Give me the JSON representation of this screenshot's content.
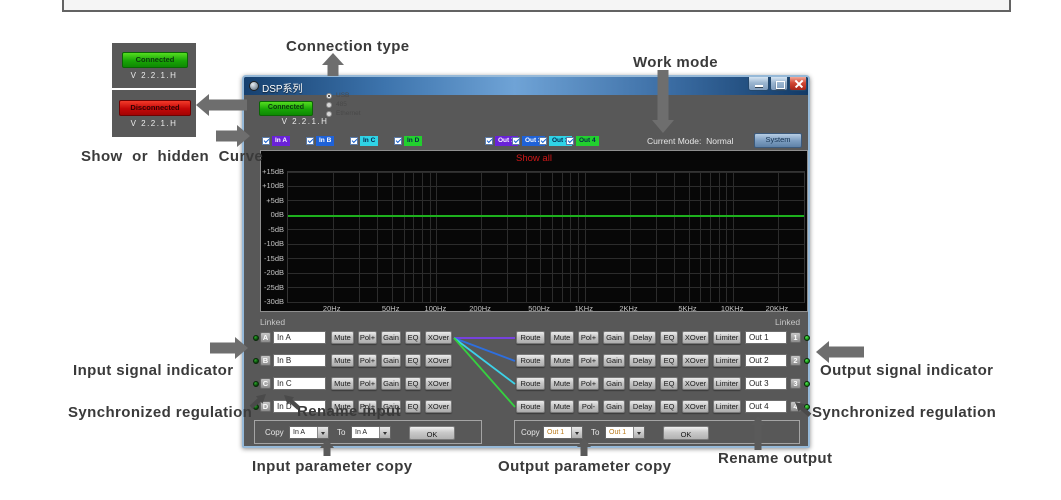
{
  "legend": {
    "connected": {
      "label": "Connected",
      "version": "V 2.2.1.H"
    },
    "disconnected": {
      "label": "Disconnected",
      "version": "V 2.2.1.H"
    }
  },
  "annotations": {
    "connection_type": "Connection type",
    "work_mode": "Work mode",
    "show_hidden_curve": "Show or hidden Curve",
    "input_signal": "Input signal indicator",
    "sync_left": "Synchronized regulation",
    "rename_input": "Rename input",
    "input_copy": "Input parameter copy",
    "output_copy": "Output parameter copy",
    "rename_output": "Rename output",
    "output_signal": "Output signal indicator",
    "sync_right": "Synchronized regulation"
  },
  "window": {
    "title": "DSP系列",
    "connect_status": "Connected",
    "version": "V 2.2.1.H",
    "connection_types": [
      {
        "label": "USB",
        "selected": true
      },
      {
        "label": "485",
        "selected": false
      },
      {
        "label": "Ethernet",
        "selected": false
      }
    ],
    "current_mode_label": "Current Mode:",
    "current_mode_value": "Normal",
    "system_button": "System",
    "input_checkboxes": [
      {
        "label": "In A",
        "checked": true,
        "color": "#6a22d8",
        "text_color": "#ffffff"
      },
      {
        "label": "In B",
        "checked": true,
        "color": "#1f62d8",
        "text_color": "#ffffff"
      },
      {
        "label": "In C",
        "checked": true,
        "color": "#2fd3e6",
        "text_color": "#06234a"
      },
      {
        "label": "In D",
        "checked": true,
        "color": "#22d02e",
        "text_color": "#06234a"
      }
    ],
    "output_checkboxes": [
      {
        "label": "Out 1",
        "checked": true,
        "color": "#6a22d8",
        "text_color": "#ffffff"
      },
      {
        "label": "Out 2",
        "checked": true,
        "color": "#1f62d8",
        "text_color": "#ffffff"
      },
      {
        "label": "Out 3",
        "checked": true,
        "color": "#2fd3e6",
        "text_color": "#06234a"
      },
      {
        "label": "Out 4",
        "checked": true,
        "color": "#22d02e",
        "text_color": "#06234a"
      }
    ],
    "graph": {
      "show_all": "Show all",
      "y_labels": [
        "+15dB",
        "+10dB",
        "+5dB",
        "0dB",
        "-5dB",
        "-10dB",
        "-15dB",
        "-20dB",
        "-25dB",
        "-30dB"
      ],
      "x_labels": [
        "20Hz",
        "50Hz",
        "100Hz",
        "200Hz",
        "500Hz",
        "1KHz",
        "2KHz",
        "5KHz",
        "10KHz",
        "20KHz"
      ],
      "label_freqs": [
        20,
        50,
        100,
        200,
        500,
        1000,
        2000,
        5000,
        10000,
        20000
      ],
      "grid_freqs": [
        20,
        30,
        40,
        50,
        60,
        70,
        80,
        90,
        100,
        200,
        300,
        400,
        500,
        600,
        700,
        800,
        900,
        1000,
        2000,
        3000,
        4000,
        5000,
        6000,
        7000,
        8000,
        9000,
        10000,
        20000
      ],
      "fmin": 10,
      "fmax": 30000,
      "curve": {
        "type": "flat",
        "value_db": 0,
        "color": "#1db01d"
      }
    },
    "linked_left": "Linked",
    "linked_right": "Linked",
    "inputs": {
      "buttons": {
        "mute": "Mute",
        "pol": "Pol+",
        "gain": "Gain",
        "eq": "EQ",
        "xover": "XOver"
      },
      "rows": [
        {
          "id": "A",
          "name": "In A"
        },
        {
          "id": "B",
          "name": "In B"
        },
        {
          "id": "C",
          "name": "In C"
        },
        {
          "id": "D",
          "name": "In D"
        }
      ]
    },
    "outputs": {
      "buttons": {
        "route": "Route",
        "mute": "Mute",
        "gain": "Gain",
        "delay": "Delay",
        "eq": "EQ",
        "xover": "XOver",
        "limiter": "Limiter"
      },
      "rows": [
        {
          "num": "1",
          "name": "Out 1",
          "pol": "Pol+"
        },
        {
          "num": "2",
          "name": "Out 2",
          "pol": "Pol+"
        },
        {
          "num": "3",
          "name": "Out 3",
          "pol": "Pol+"
        },
        {
          "num": "4",
          "name": "Out 4",
          "pol": "Pol-"
        }
      ]
    },
    "routing": {
      "colors": [
        "#7a3ff0",
        "#2e6fde",
        "#3cd2e8",
        "#35d23f"
      ]
    },
    "input_copy": {
      "copy_label": "Copy",
      "to_label": "To",
      "from_value": "In A",
      "to_value": "In A",
      "ok": "OK",
      "value_color": "#222222"
    },
    "output_copy": {
      "copy_label": "Copy",
      "to_label": "To",
      "from_value": "Out 1",
      "to_value": "Out 1",
      "ok": "OK",
      "value_color": "#b8791a"
    }
  }
}
